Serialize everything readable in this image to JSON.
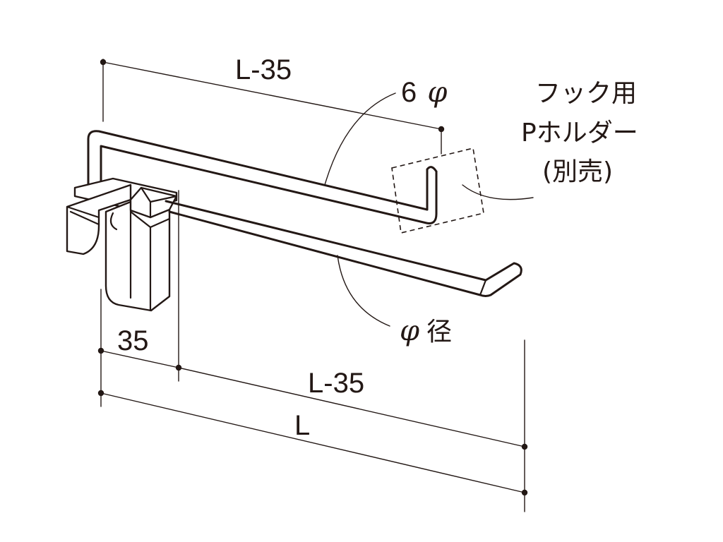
{
  "dimensions": {
    "top_length": "L-35",
    "bottom_offset": "35",
    "bottom_length": "L-35",
    "total_length": "L"
  },
  "callouts": {
    "wire_top": {
      "value": "6",
      "symbol": "φ"
    },
    "wire_main": {
      "symbol": "φ",
      "text": "径"
    }
  },
  "accessory": {
    "line1": "フック用",
    "line2": "Pホルダー",
    "line3": "(別売)"
  }
}
